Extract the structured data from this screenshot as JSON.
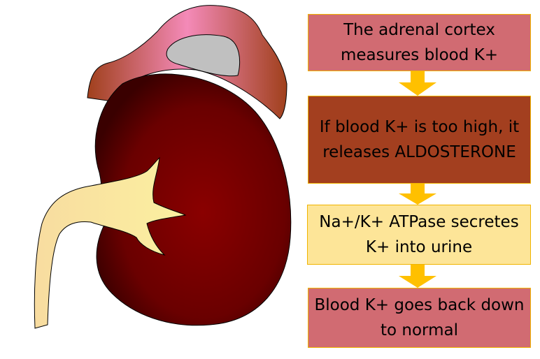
{
  "steps": [
    {
      "text": "The adrenal cortex measures blood K+",
      "color": "#d16b72"
    },
    {
      "text": "If blood K+ is too high, it releases ALDOSTERONE",
      "color": "#a33f1f"
    },
    {
      "text": "Na+/K+ ATPase secretes K+ into urine",
      "color": "#fde598"
    },
    {
      "text": "Blood K+ goes back down to normal",
      "color": "#d16b72"
    }
  ],
  "arrow_color": "#ffc000"
}
